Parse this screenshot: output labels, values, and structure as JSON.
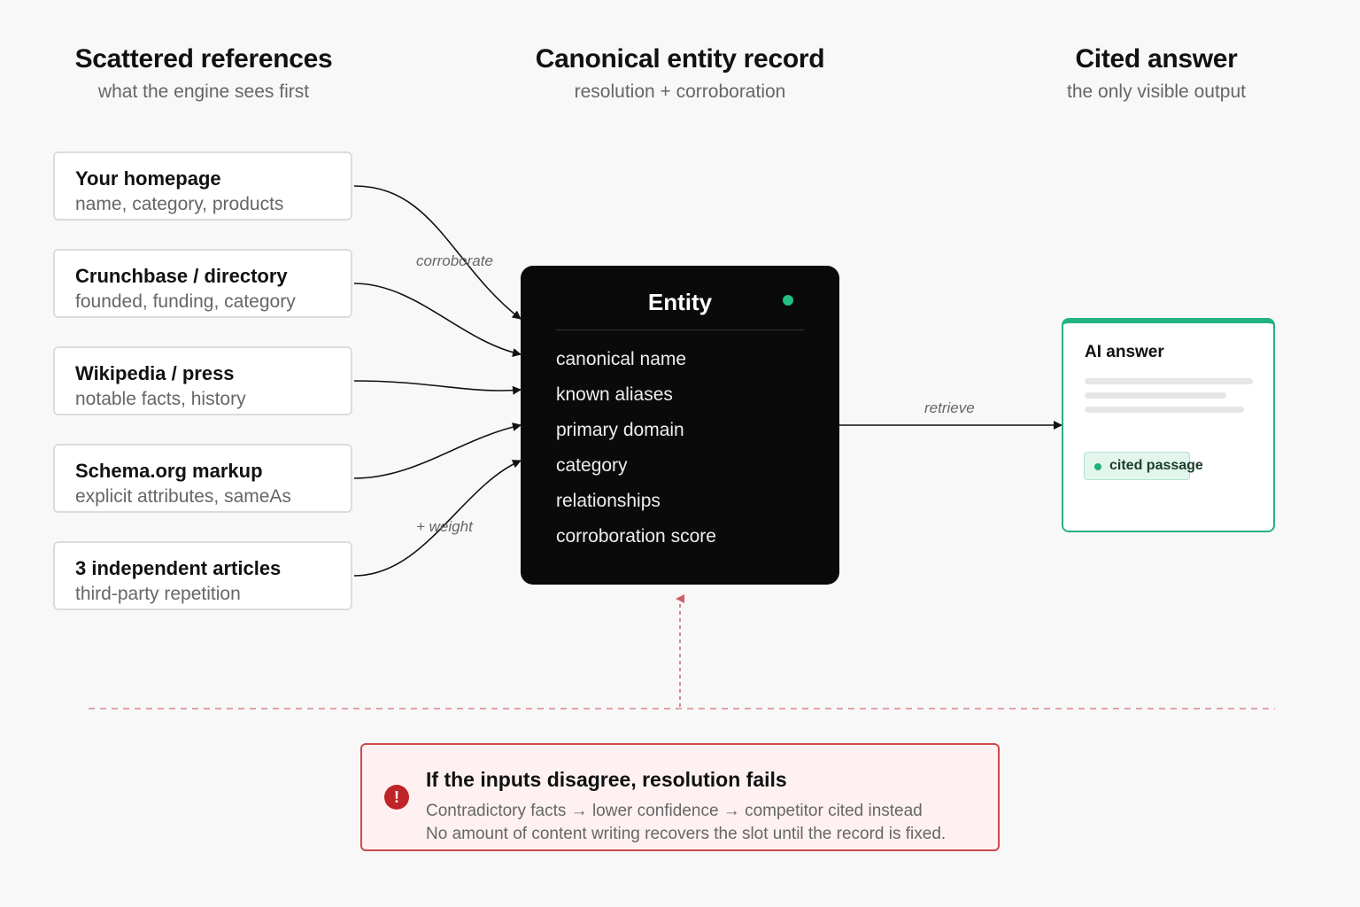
{
  "columns": {
    "left": {
      "title": "Scattered references",
      "subtitle": "what the engine sees first"
    },
    "middle": {
      "title": "Canonical entity record",
      "subtitle": "resolution + corroboration"
    },
    "right": {
      "title": "Cited answer",
      "subtitle": "the only visible output"
    }
  },
  "sources": [
    {
      "title": "Your homepage",
      "detail": "name, category, products"
    },
    {
      "title": "Crunchbase / directory",
      "detail": "founded, funding, category"
    },
    {
      "title": "Wikipedia / press",
      "detail": "notable facts, history"
    },
    {
      "title": "Schema.org markup",
      "detail": "explicit attributes, sameAs"
    },
    {
      "title": "3 independent articles",
      "detail": "third-party repetition"
    }
  ],
  "edge_labels": {
    "corroborate": "corroborate",
    "weight": "+ weight",
    "retrieve": "retrieve"
  },
  "entity": {
    "title": "Entity",
    "status_color": "#20c083",
    "fields": [
      "canonical name",
      "known aliases",
      "primary domain",
      "category",
      "relationships",
      "corroboration score"
    ]
  },
  "answer": {
    "title": "AI answer",
    "cited_label": "cited passage",
    "accent": "#23b37f"
  },
  "warning": {
    "icon": "exclamation-icon",
    "title": "If the inputs disagree, resolution fails",
    "line1": "Contradictory facts → lower confidence → competitor cited instead",
    "line2": "No amount of content writing recovers the slot until the record is fixed.",
    "accent": "#cf4b4b"
  }
}
